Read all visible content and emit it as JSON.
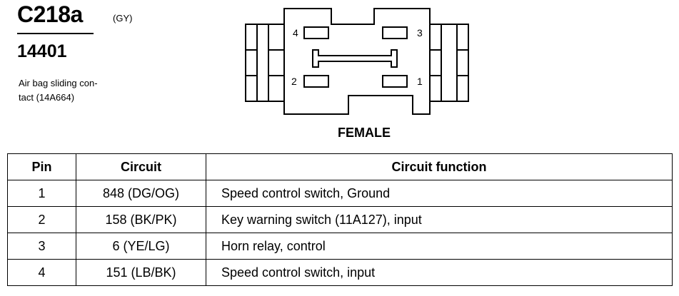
{
  "header": {
    "connector_id": "C218a",
    "color_code": "(GY)",
    "part_number": "14401",
    "description_lines": [
      "Air bag sliding con-",
      "tact (14A664)"
    ]
  },
  "connector": {
    "pin_labels": [
      "4",
      "3",
      "2",
      "1"
    ],
    "gender_label": "FEMALE"
  },
  "table": {
    "headers": [
      "Pin",
      "Circuit",
      "Circuit function"
    ],
    "rows": [
      {
        "pin": "1",
        "circuit": "848 (DG/OG)",
        "function": "Speed control switch, Ground"
      },
      {
        "pin": "2",
        "circuit": "158 (BK/PK)",
        "function": "Key warning switch (11A127), input"
      },
      {
        "pin": "3",
        "circuit": "6 (YE/LG)",
        "function": "Horn relay, control"
      },
      {
        "pin": "4",
        "circuit": "151 (LB/BK)",
        "function": "Speed control switch, input"
      }
    ]
  }
}
